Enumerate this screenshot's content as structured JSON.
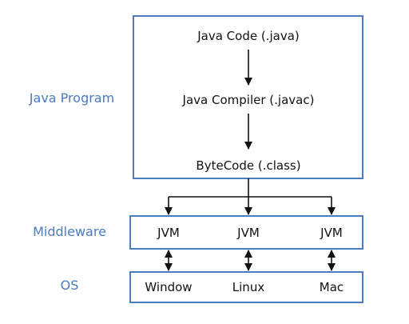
{
  "layers": {
    "program_label": "Java Program",
    "middleware_label": "Middleware",
    "os_label": "OS"
  },
  "program": {
    "source": "Java Code (.java)",
    "compiler": "Java Compiler (.javac)",
    "bytecode": "ByteCode (.class)"
  },
  "jvms": [
    "JVM",
    "JVM",
    "JVM"
  ],
  "oses": [
    "Window",
    "Linux",
    "Mac"
  ],
  "colors": {
    "accent": "#4a7cc0",
    "text": "#111111"
  }
}
